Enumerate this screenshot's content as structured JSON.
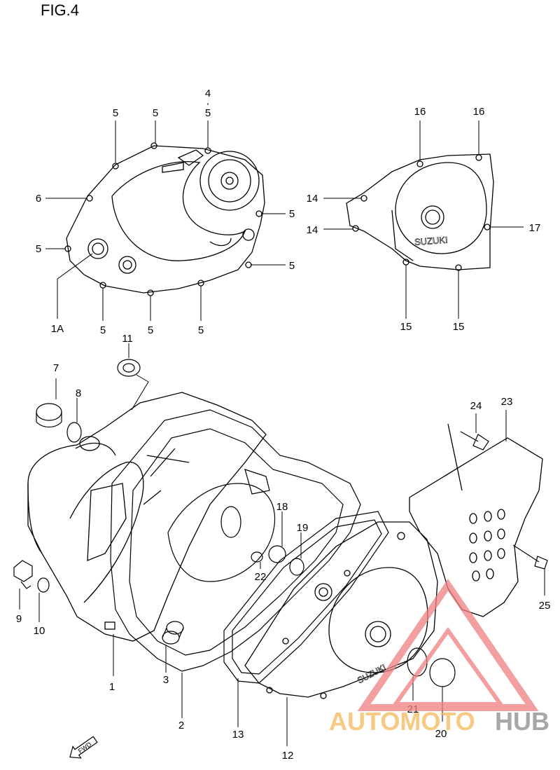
{
  "figure": {
    "title": "FIG.4"
  },
  "callouts": [
    {
      "key": "c4",
      "text": "4"
    },
    {
      "key": "c5a",
      "text": "5"
    },
    {
      "key": "c5b",
      "text": "5"
    },
    {
      "key": "c5c",
      "text": "5"
    },
    {
      "key": "c5d",
      "text": "5"
    },
    {
      "key": "c5e",
      "text": "5"
    },
    {
      "key": "c5f",
      "text": "5"
    },
    {
      "key": "c5g",
      "text": "5"
    },
    {
      "key": "c5h",
      "text": "5"
    },
    {
      "key": "c5i",
      "text": "5"
    },
    {
      "key": "c6",
      "text": "6"
    },
    {
      "key": "c1A",
      "text": "1A"
    },
    {
      "key": "c14a",
      "text": "14"
    },
    {
      "key": "c14b",
      "text": "14"
    },
    {
      "key": "c15a",
      "text": "15"
    },
    {
      "key": "c15b",
      "text": "15"
    },
    {
      "key": "c16a",
      "text": "16"
    },
    {
      "key": "c16b",
      "text": "16"
    },
    {
      "key": "c17",
      "text": "17"
    },
    {
      "key": "c11",
      "text": "11"
    },
    {
      "key": "c7",
      "text": "7"
    },
    {
      "key": "c8",
      "text": "8"
    },
    {
      "key": "c9",
      "text": "9"
    },
    {
      "key": "c10",
      "text": "10"
    },
    {
      "key": "c1",
      "text": "1"
    },
    {
      "key": "c2",
      "text": "2"
    },
    {
      "key": "c3",
      "text": "3"
    },
    {
      "key": "c12",
      "text": "12"
    },
    {
      "key": "c13",
      "text": "13"
    },
    {
      "key": "c18",
      "text": "18"
    },
    {
      "key": "c19",
      "text": "19"
    },
    {
      "key": "c20",
      "text": "20"
    },
    {
      "key": "c21",
      "text": "21"
    },
    {
      "key": "c22",
      "text": "22"
    },
    {
      "key": "c23",
      "text": "23"
    },
    {
      "key": "c24",
      "text": "24"
    },
    {
      "key": "c25",
      "text": "25"
    }
  ],
  "parts": {
    "clutch_cover_small": "clutch-cover-outline",
    "magneto_cover_small": "magneto-cover-outline",
    "crankcase_cover": "right-crankcase-cover",
    "gasket": "cover-gasket",
    "magneto_cover": "magneto-cover",
    "magneto_gasket": "magneto-cover-gasket",
    "sprocket_cover": "engine-sprocket-cover"
  },
  "embossed_text": {
    "small_cover": "SUZUKI",
    "large_cover": "SUZUKI"
  },
  "fwd_arrow": {
    "label": "FWD"
  },
  "watermark": {
    "part1": "AUTOMOTO",
    "part2": "HUB",
    "color1": "#f5b85a",
    "color2": "#8a8a8a",
    "triangle_color": "#f08080"
  }
}
